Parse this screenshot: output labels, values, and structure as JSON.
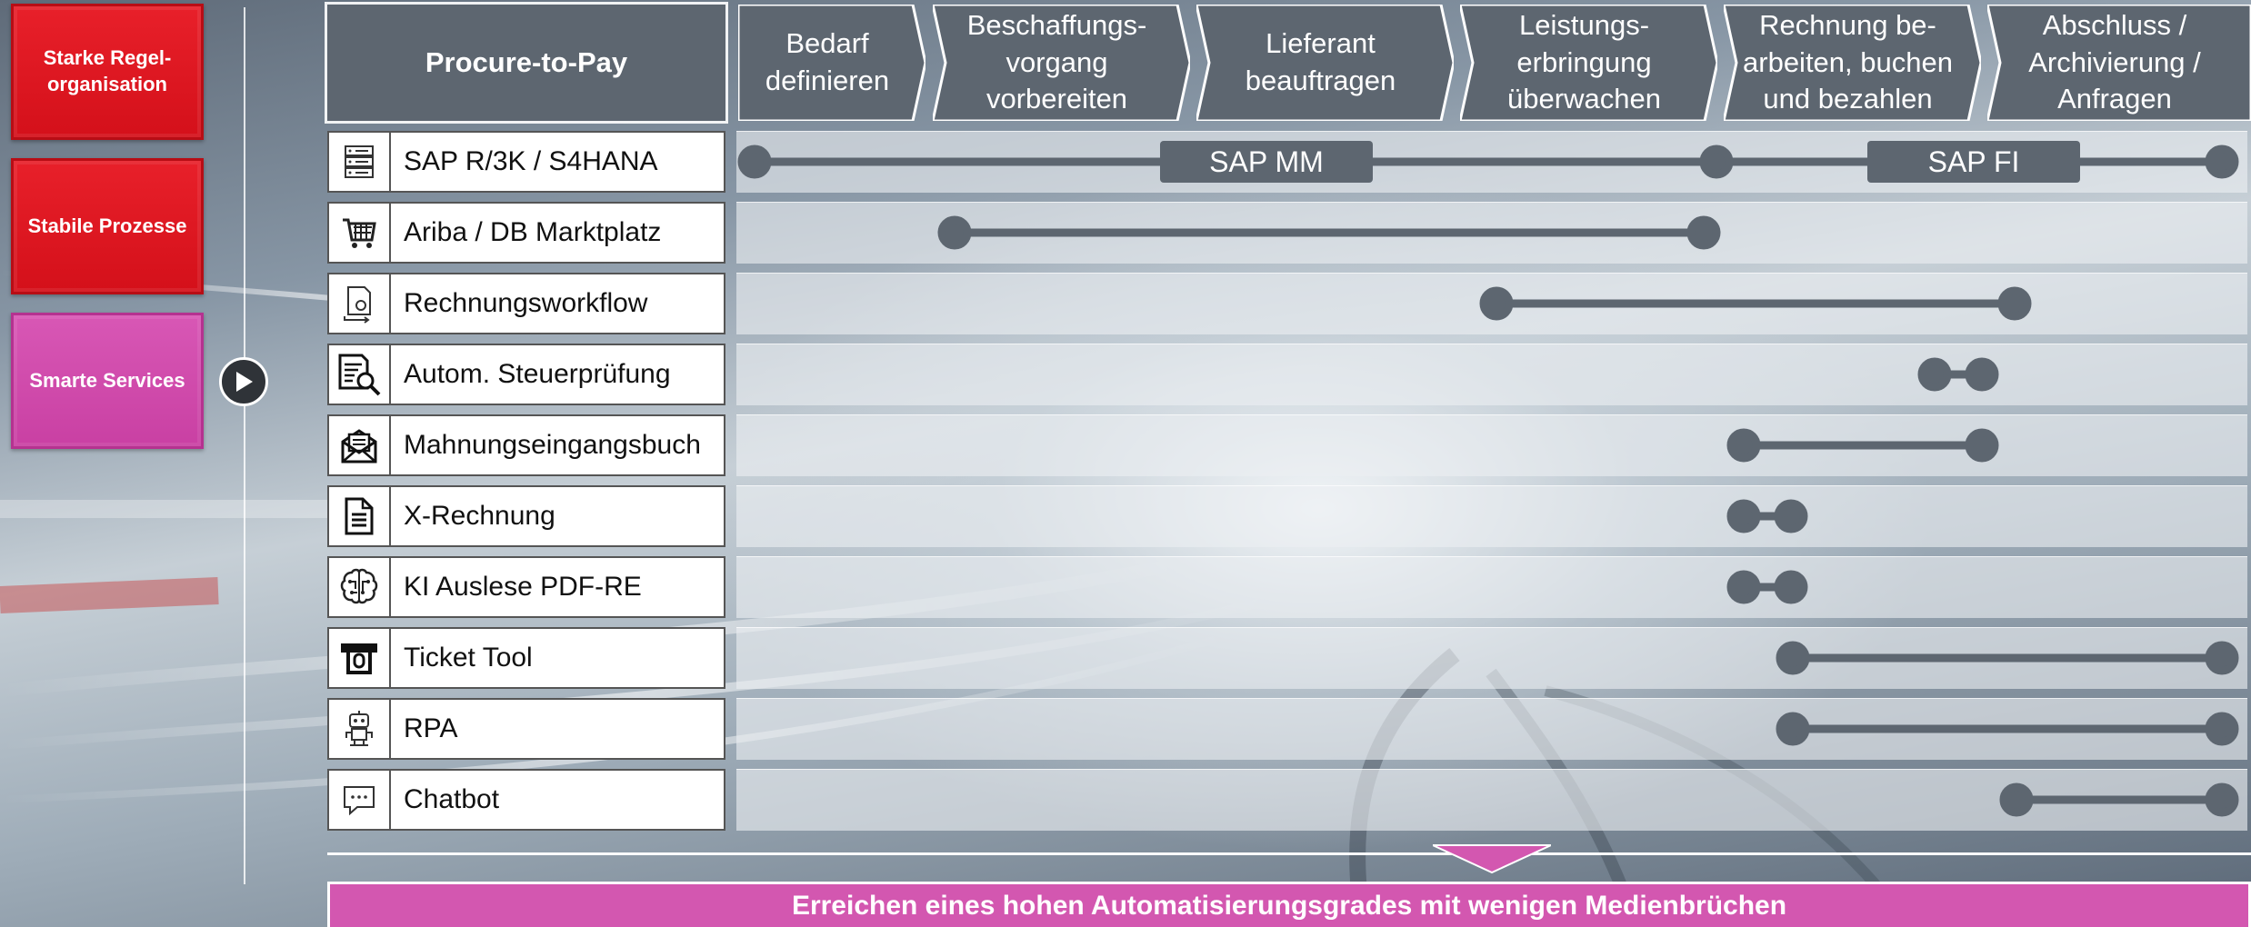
{
  "side_boxes": [
    {
      "label": "Starke Regel-\norganisation",
      "color": "#e3202a"
    },
    {
      "label": "Stabile Prozesse",
      "color": "#e3202a"
    },
    {
      "label": "Smarte Services",
      "color": "#d04aac"
    }
  ],
  "header": {
    "title": "Procure-to-Pay",
    "phases": [
      "Bedarf\ndefinieren",
      "Beschaffungs-\nvorgang\nvorbereiten",
      "Lieferant\nbeauftragen",
      "Leistungs-\nerbringung\nüberwachen",
      "Rechnung  be-\narbeiten, buchen\nund bezahlen",
      "Abschluss /\nArchivierung /\nAnfragen"
    ]
  },
  "rows": [
    {
      "label": "SAP R/3K / S4HANA",
      "icon": "server-icon"
    },
    {
      "label": "Ariba / DB Marktplatz",
      "icon": "cart-icon"
    },
    {
      "label": "Rechnungsworkflow",
      "icon": "document-workflow-icon"
    },
    {
      "label": "Autom. Steuerprüfung",
      "icon": "document-search-icon"
    },
    {
      "label": "Mahnungseingangsbuch",
      "icon": "envelope-icon"
    },
    {
      "label": "X-Rechnung",
      "icon": "document-icon"
    },
    {
      "label": "KI Auslese PDF-RE",
      "icon": "brain-icon"
    },
    {
      "label": "Ticket Tool",
      "icon": "ticket-icon"
    },
    {
      "label": "RPA",
      "icon": "robot-icon"
    },
    {
      "label": "Chatbot",
      "icon": "chat-icon"
    }
  ],
  "timeline_tags": [
    {
      "label": "SAP MM"
    },
    {
      "label": "SAP FI"
    }
  ],
  "footer": {
    "banner": "Erreichen eines hohen Automatisierungsgrades mit wenigen Medienbrüchen"
  },
  "colors": {
    "header_gray": "#5d6670",
    "timeline_gray": "#5d6670",
    "red": "#e3202a",
    "pink": "#d357b0"
  }
}
